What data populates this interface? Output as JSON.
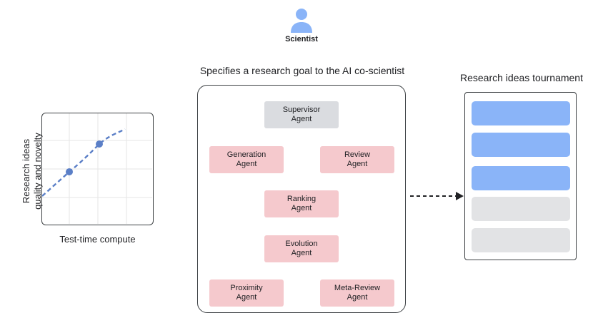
{
  "scientist": {
    "label": "Scientist",
    "icon": "person-icon"
  },
  "goal": {
    "text": "Specifies a research goal to the AI co-scientist"
  },
  "agents": [
    {
      "id": "supervisor",
      "label": "Supervisor\nAgent",
      "style": "grey"
    },
    {
      "id": "generation",
      "label": "Generation\nAgent",
      "style": "pink"
    },
    {
      "id": "review",
      "label": "Review\nAgent",
      "style": "pink"
    },
    {
      "id": "ranking",
      "label": "Ranking\nAgent",
      "style": "pink"
    },
    {
      "id": "evolution",
      "label": "Evolution\nAgent",
      "style": "pink"
    },
    {
      "id": "proximity",
      "label": "Proximity\nAgent",
      "style": "pink"
    },
    {
      "id": "meta-review",
      "label": "Meta-Review\nAgent",
      "style": "pink"
    }
  ],
  "tournament": {
    "title": "Research ideas tournament",
    "slots": [
      "blue",
      "blue",
      "blue",
      "grey",
      "grey"
    ]
  },
  "chart": {
    "ylabel": "Research ideas\nquality and novelty",
    "xlabel": "Test-time compute"
  },
  "colors": {
    "agent_pink": "#f5c9cd",
    "agent_grey": "#dadce0",
    "slot_blue": "#8ab4f8",
    "slot_grey": "#e2e3e5",
    "curve": "#5b7fc7",
    "person": "#8ab4f8"
  }
}
